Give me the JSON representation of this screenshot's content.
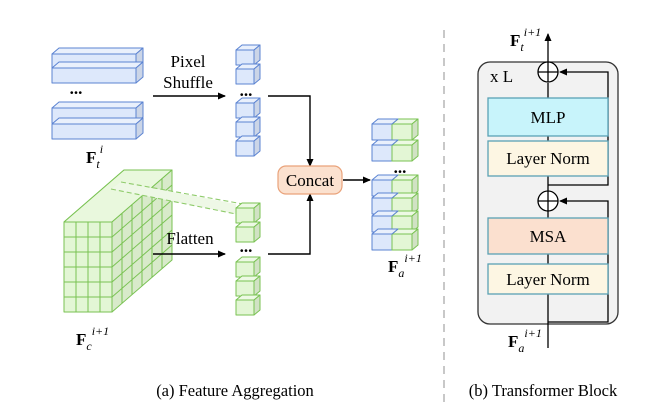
{
  "feature_aggregation": {
    "caption": "(a) Feature Aggregation",
    "pixel_shuffle_label_line1": "Pixel",
    "pixel_shuffle_label_line2": "Shuffle",
    "flatten_label": "Flatten",
    "concat_label": "Concat",
    "dots": "...",
    "ft_base": "F",
    "ft_sub": "t",
    "ft_sup": "i",
    "fc_base": "F",
    "fc_sub": "c",
    "fc_sup": "i+1",
    "fa_base": "F",
    "fa_sub": "a",
    "fa_sup": "i+1"
  },
  "transformer_block": {
    "caption": "(b) Transformer Block",
    "repeat_label": "x L",
    "mlp_label": "MLP",
    "layer_norm_top_label": "Layer Norm",
    "msa_label": "MSA",
    "layer_norm_bottom_label": "Layer Norm",
    "output_base": "F",
    "output_sub": "t",
    "output_sup": "i+1",
    "input_base": "F",
    "input_sub": "a",
    "input_sup": "i+1"
  },
  "colors": {
    "blue_face": "#dde8fb",
    "blue_stroke": "#5b83d2",
    "green_face": "#e3f6d5",
    "green_stroke": "#79c252",
    "concat_fill": "#fbe1cf",
    "mlp_fill": "#c8f4fb",
    "layer_norm_fill": "#fdf6e3",
    "msa_fill": "#fbe0cf",
    "block_bg": "#f2f2f2"
  }
}
